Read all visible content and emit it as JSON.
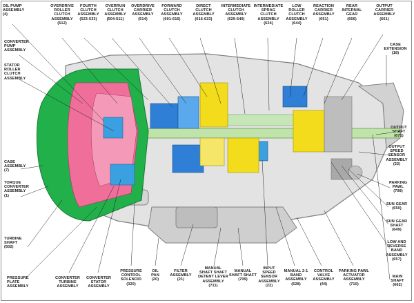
{
  "labels": {
    "oil_pump": "OIL PUMP\nASSEMBLY\n(4)",
    "overdrive_roller_clutch": "OVERDRIVE\nROLLER\nCLUTCH\nASSEMBLY\n(512)",
    "fourth_clutch": "FOURTH\nCLUTCH\nASSEMBLY\n(523-533)",
    "overrun_clutch": "OVERRUN\nCLUTCH\nASSEMBLY\n(504-511)",
    "overdrive_carrier": "OVERDRIVE\nCARRIER\nASSEMBLY\n(514)",
    "forward_clutch": "FORWARD\nCLUTCH\nASSEMBLY\n(601-616)",
    "direct_clutch": "DIRECT\nCLUTCH\nASSEMBLY\n(616-623)",
    "intermediate_clutch": "INTERMEDIATE\nCLUTCH\nASSEMBLY\n(629-640)",
    "intermediate_sprag": "INTERMEDIATE\nSPRAG\nCLUTCH\nASSEMBLY\n(624)",
    "low_roller_clutch": "LOW\nROLLER\nCLUTCH\nASSEMBLY\n(644)",
    "reaction_carrier": "REACTION\nCARRIER\nASSEMBLY\n(651)",
    "rear_internal_gear": "REAR\nINTERNAL\nGEAR\n(666)",
    "output_carrier": "OUTPUT\nCARRIER\nASSEMBLY\n(661)",
    "converter_pump": "CONVERTER\nPUMP\nASSEMBLY",
    "stator_roller_clutch": "STATOR\nROLLER\nCLUTCH\nASSEMBLY",
    "case_extension": "CASE\nEXTENSION\n(18)",
    "output_shaft": "OUTPUT\nSHAFT\n(671)",
    "output_speed_sensor": "OUTPUT\nSPEED\nSENSOR\nASSEMBLY\n(22)",
    "case_assembly": "CASE\nASSEMBLY\n(7)",
    "torque_converter": "TORQUE\nCONVERTER\nASSEMBLY\n(1)",
    "parking_pawl": "PARKING\nPAWL\n(708)",
    "sun_gear": "SUN GEAR\n(650)",
    "sun_gear_shaft": "SUN GEAR\nSHAFT\n(649)",
    "low_reverse_band": "LOW AND\nREVERSE\nBAND\nASSEMBLY\n(657)",
    "main_shaft": "MAIN\nSHAFT\n(662)",
    "turbine_shaft": "TURBINE\nSHAFT\n(502)",
    "pressure_plate": "PRESSURE\nPLATE\nASSEMBLY",
    "converter_turbine": "CONVERTER\nTURBINE\nASSEMBLY",
    "converter_stator": "CONVERTER\nSTATOR\nASSEMBLY",
    "pressure_control_solenoid": "PRESSURE\nCONTROL\nSOLENOID\n(320)",
    "oil_pan": "OIL\nPAN\n(20)",
    "filter_assembly": "FILTER\nASSEMBLY\n(21)",
    "detent_lever": "MANUAL\nSHAFT SHAFT\nDETENT LEVER\nASSEMBLY\n(711)",
    "manual_shaft": "MANUAL\nSHAFT SHAFT\n(709)",
    "input_speed_sensor": "INPUT\nSPEED\nSENSOR\nASSEMBLY\n(22)",
    "manual_band": "MANUAL 2-1\nBAND\nASSEMBLY\n(628)",
    "control_valve": "CONTROL\nVALVE\nASSEMBLY\n(44)",
    "parking_pawl_actuator": "PARKING PAWL\nACTUATOR\nASSEMBLY\n(710)"
  },
  "colors": {
    "converter": "#22b04a",
    "pump": "#ef6f9a",
    "clutch_blue": "#2f7fd6",
    "clutch_yellow": "#f2dc1c",
    "shaft": "#bfe3a8",
    "case": "#d9d9d9",
    "case_dark": "#8a8a8a",
    "leader": "#222222"
  }
}
